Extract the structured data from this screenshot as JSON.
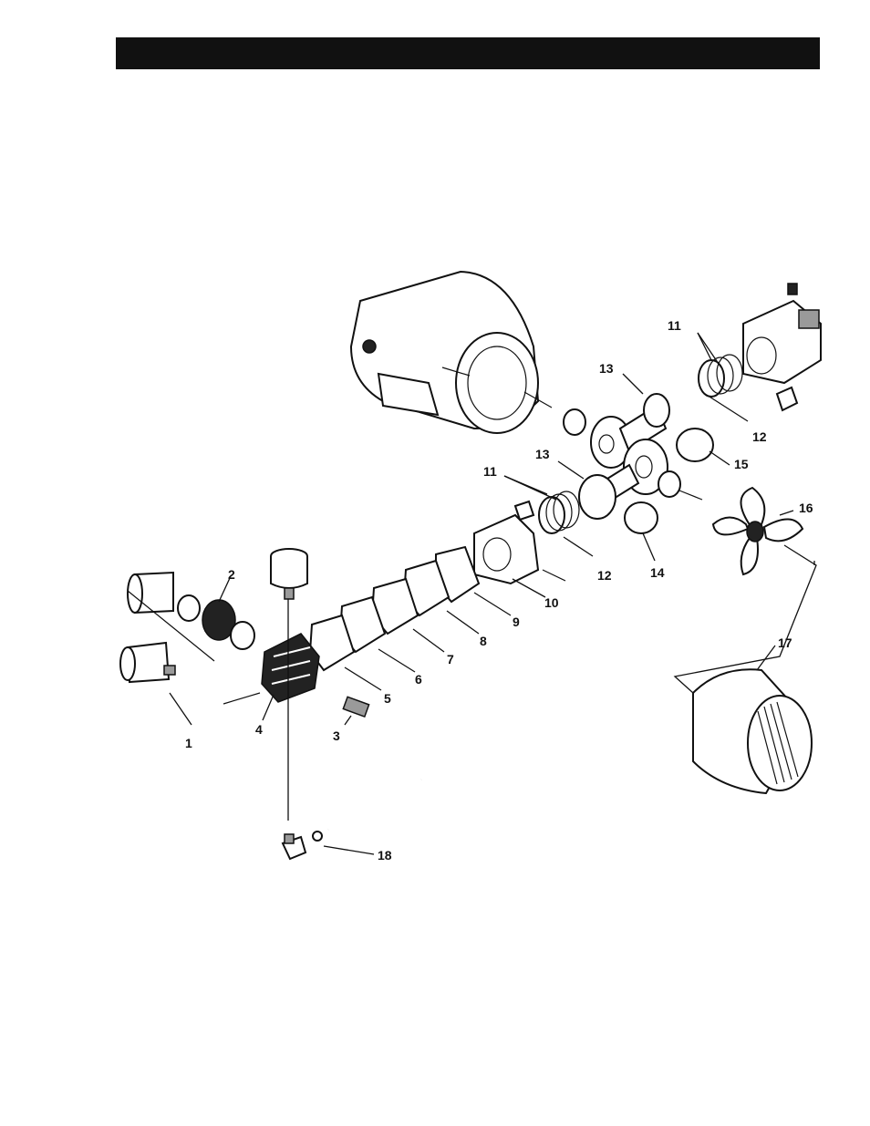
{
  "header": {
    "bar_color": "#111111"
  },
  "diagram": {
    "callouts": [
      "1",
      "2",
      "3",
      "4",
      "5",
      "6",
      "7",
      "8",
      "9",
      "10",
      "11",
      "12",
      "13",
      "14",
      "15",
      "16",
      "17",
      "18"
    ]
  }
}
